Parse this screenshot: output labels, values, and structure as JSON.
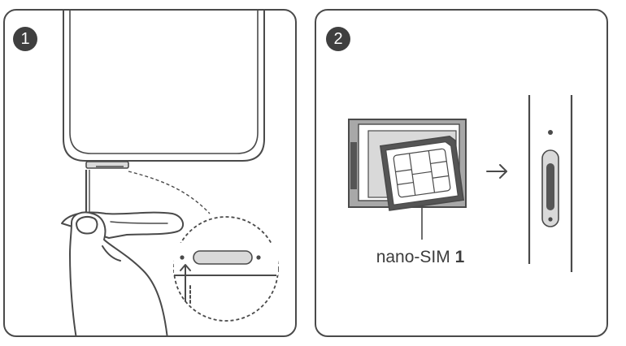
{
  "steps": [
    {
      "number": "1"
    },
    {
      "number": "2"
    }
  ],
  "sim_label": {
    "text": "nano-SIM ",
    "number": "1"
  },
  "colors": {
    "line": "#4a4a4a",
    "fill_light": "#d9d9d9",
    "fill_mid": "#a8a8a8",
    "fill_dark": "#555555"
  },
  "icons": [
    "eject-pin",
    "hand",
    "zoom-circle",
    "up-arrow",
    "sim-tray",
    "nano-sim-card",
    "right-arrow",
    "phone-side-slot"
  ]
}
